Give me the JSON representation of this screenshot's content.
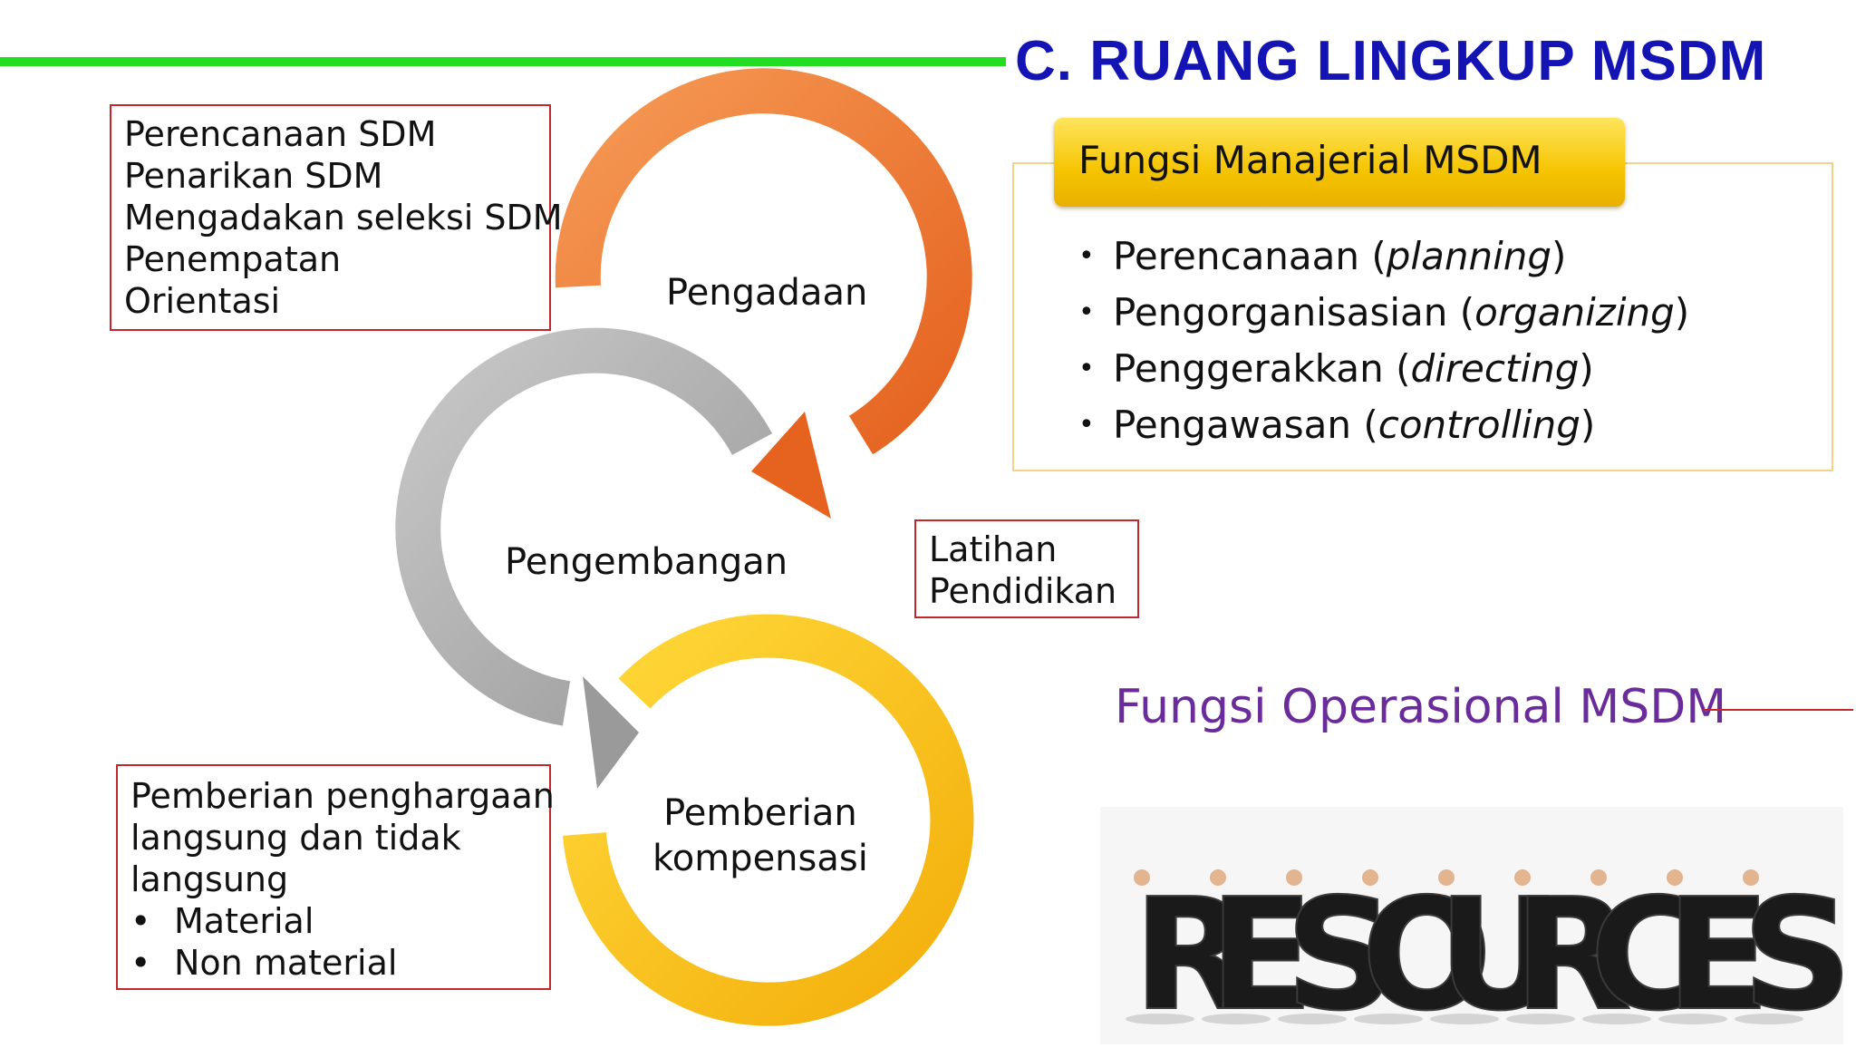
{
  "title": "C. RUANG LINGKUP MSDM",
  "colors": {
    "accent_line": "#22dd22",
    "title": "#1414b4",
    "box_border": "#c0282d",
    "operasional": "#6a2c9a"
  },
  "pengadaan": {
    "label": "Pengadaan",
    "items": [
      "Perencanaan SDM",
      "Penarikan SDM",
      "Mengadakan seleksi SDM",
      "Penempatan",
      "Orientasi"
    ]
  },
  "pengembangan": {
    "label": "Pengembangan",
    "items": [
      "Latihan",
      "Pendidikan"
    ]
  },
  "kompensasi": {
    "label_line1": "Pemberian",
    "label_line2": "kompensasi",
    "lines": [
      "Pemberian penghargaan",
      "langsung dan tidak",
      "langsung"
    ],
    "bullet": "•",
    "bullets": [
      "Material",
      "Non material"
    ]
  },
  "manajerial": {
    "title": "Fungsi Manajerial MSDM",
    "bullet": "•",
    "items": [
      {
        "main": "Perencanaan (",
        "italic": "planning",
        "end": ")"
      },
      {
        "main": "Pengorganisasian (",
        "italic": "organizing",
        "end": ")"
      },
      {
        "main": "Penggerakkan (",
        "italic": "directing",
        "end": ")"
      },
      {
        "main": "Pengawasan (",
        "italic": "controlling",
        "end": ")"
      }
    ]
  },
  "operasional": {
    "title": "Fungsi Operasional MSDM"
  },
  "photo": {
    "word": "RESOURCES"
  }
}
